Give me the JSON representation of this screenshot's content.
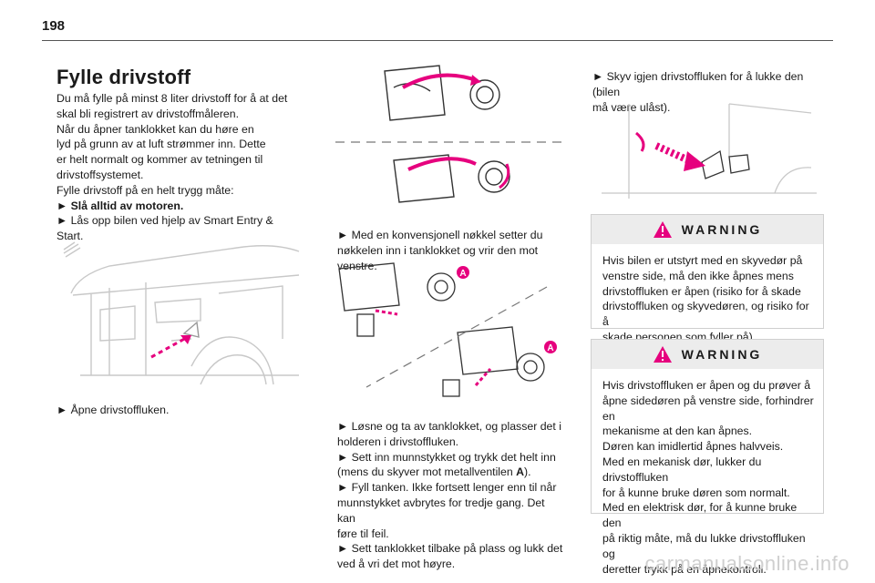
{
  "page": {
    "number": "198",
    "title": "Fylle drivstoff",
    "watermark": "carmanualsonline.info"
  },
  "col1": {
    "lines": [
      "Du må fylle på minst 8 liter drivstoff for å at det",
      "skal bli registrert av drivstoffmåleren.",
      "Når du åpner tanklokket kan du høre en",
      "lyd på grunn av at luft strømmer inn. Dette",
      "er helt normalt og kommer av tetningen til",
      "drivstoffsystemet.",
      "Fylle drivstoff på en helt trygg måte:"
    ],
    "bullet_bold": "► Slå alltid av motoren.",
    "bullet2": [
      "► Lås opp bilen ved hjelp av Smart Entry &",
      "Start."
    ],
    "caption": "► Åpne drivstoffluken."
  },
  "col2": {
    "caption1": [
      "► Med en konvensjonell nøkkel setter du",
      "nøkkelen inn i tanklokket og vrir den mot venstre."
    ],
    "label_a": "A",
    "lines": [
      "► Løsne og ta av tanklokket, og plasser det i",
      "holderen i drivstoffluken.",
      "► Sett inn munnstykket og trykk det helt inn"
    ],
    "line_a_prefix": "(mens du skyver mot metallventilen ",
    "line_a_bold": "A",
    "line_a_suffix": ").",
    "lines_end": [
      "► Fyll tanken. Ikke fortsett lenger enn til når",
      "munnstykket avbrytes for tredje gang. Det kan",
      "føre til feil.",
      "► Sett tanklokket tilbake på plass og lukk det",
      "ved å vri det mot høyre."
    ]
  },
  "col3": {
    "top_lines": [
      "► Skyv igjen drivstoffluken for å lukke den (bilen",
      "må være ulåst)."
    ],
    "warning1": {
      "title": "WARNING",
      "lines": [
        "Hvis bilen er utstyrt med en skyvedør på",
        "venstre side, må den ikke åpnes mens",
        "drivstoffluken er åpen (risiko for å skade",
        "drivstoffluken og skyvedøren, og risiko for å",
        "skade personen som fyller på)."
      ]
    },
    "warning2": {
      "title": "WARNING",
      "lines": [
        "Hvis drivstoffluken er åpen og du prøver å",
        "åpne sidedøren på venstre side, forhindrer en",
        "mekanisme at den kan åpnes.",
        "Døren kan imidlertid åpnes halvveis.",
        "Med en mekanisk dør, lukker du drivstoffluken",
        "for å kunne bruke døren som normalt.",
        "Med en elektrisk dør, for å kunne bruke den",
        "på riktig måte, må du lukke drivstoffluken og",
        "deretter trykk på en åpnekontroll."
      ]
    }
  },
  "colors": {
    "accent_pink": "#e6007e",
    "rule": "#555555",
    "warn_bg": "#ececec"
  },
  "icons": [
    "warning-triangle-icon"
  ]
}
